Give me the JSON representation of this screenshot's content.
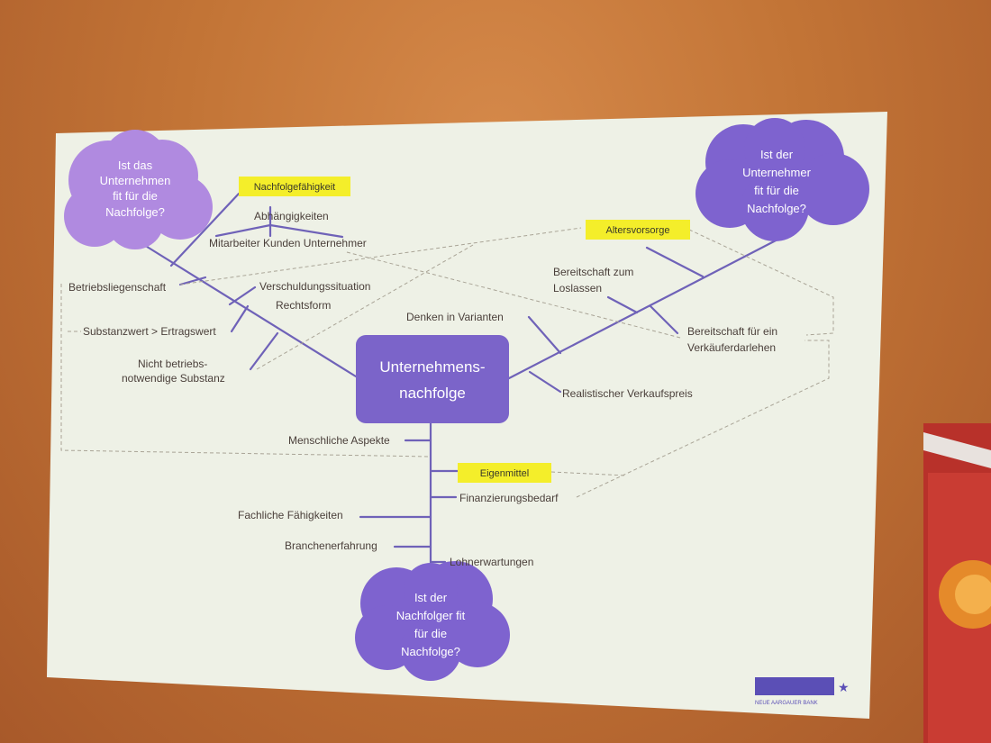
{
  "center": {
    "line1": "Unternehmens-",
    "line2": "nachfolge"
  },
  "clouds": {
    "company": [
      "Ist das",
      "Unternehmen",
      "fit für die",
      "Nachfolge?"
    ],
    "entrepreneur": [
      "Ist der",
      "Unternehmer",
      "fit für die",
      "Nachfolge?"
    ],
    "successor": [
      "Ist der",
      "Nachfolger fit",
      "für die",
      "Nachfolge?"
    ]
  },
  "highlights": {
    "nachfolgefaehigkeit": "Nachfolgefähigkeit",
    "altersvorsorge": "Altersvorsorge",
    "eigenmittel": "Eigenmittel"
  },
  "labels": {
    "abhaengigkeiten": "Abhängigkeiten",
    "mitarbeiter_kunden": "Mitarbeiter Kunden Unternehmer",
    "betriebsliegenschaft": "Betriebsliegenschaft",
    "verschuldungssituation": "Verschuldungssituation",
    "rechtsform": "Rechtsform",
    "substanzwert": "Substanzwert > Ertragswert",
    "nicht_betriebe_1": "Nicht betriebs-",
    "nicht_betriebe_2": "notwendige Substanz",
    "bereitschaft_loslassen_1": "Bereitschaft zum",
    "bereitschaft_loslassen_2": "Loslassen",
    "denken_varianten": "Denken in Varianten",
    "bereitschaft_darlehen_1": "Bereitschaft für ein",
    "bereitschaft_darlehen_2": "Verkäuferdarlehen",
    "realistischer_preis": "Realistischer Verkaufspreis",
    "menschliche_aspekte": "Menschliche Aspekte",
    "finanzierungsbedarf": "Finanzierungsbedarf",
    "fachliche": "Fachliche Fähigkeiten",
    "branchenerfahrung": "Branchenerfahrung",
    "lohnerwartungen": "Lohnerwartungen"
  },
  "logo": {
    "text": "NEUE AARGAUER BANK"
  },
  "colors": {
    "cloud": "#b08ae0",
    "cloud_dark": "#7e63cf",
    "center_box": "#7b64c9",
    "line": "#6f62b8",
    "highlight": "#f4ee2a",
    "dashed": "#a9a496"
  }
}
